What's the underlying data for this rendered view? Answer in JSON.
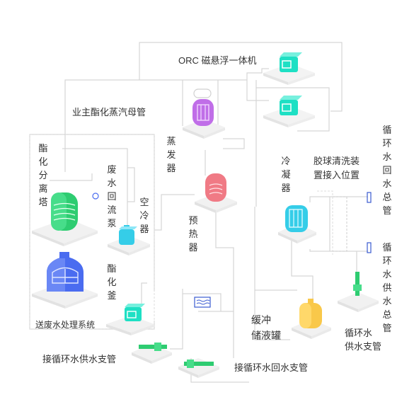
{
  "colors": {
    "pipe": "#d6d6d6",
    "platform_top": "#ececec",
    "platform_side": "#f6f6f6",
    "teal": "#1ee0c4",
    "green": "#2ecc71",
    "purple": "#c06ee8",
    "red": "#f07a85",
    "cyan": "#35cde8",
    "yellow": "#f9c84a",
    "blue": "#4a6cf0",
    "valve_blue": "#3a5bd0"
  },
  "labels": {
    "orc": "ORC 磁悬浮一体机",
    "steam_main": "业主酯化蒸汽母管",
    "evaporator": "蒸发器",
    "condenser": "冷凝器",
    "rubber_ball": "胶球清洗装",
    "rubber_ball_2": "置接入位置",
    "return_main": "循环水回水总管",
    "supply_main": "循环水供水总管",
    "separation_tower": "酯化分离塔",
    "waste_pump": "废水回流泵",
    "air_cooler": "空冷器",
    "preheater": "预热器",
    "kettle": "酯化釜",
    "waste_system": "送废水处理系统",
    "buffer_tank_1": "缓冲",
    "buffer_tank_2": "储液罐",
    "supply_branch_right_1": "循环水",
    "supply_branch_right_2": "供水支管",
    "supply_branch": "接循环水供水支管",
    "return_branch": "接循环水回水支管"
  }
}
